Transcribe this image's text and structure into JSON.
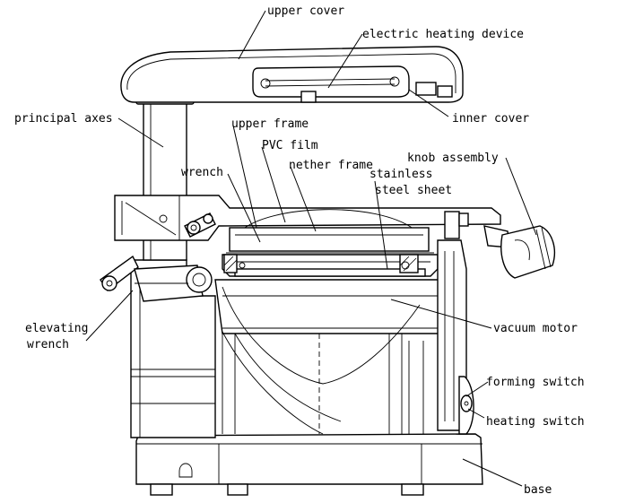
{
  "labels": {
    "upper_cover": "upper cover",
    "electric_heating_device": "electric heating device",
    "inner_cover": "inner cover",
    "principal_axes": "principal axes",
    "upper_frame": "upper frame",
    "pvc_film": "PVC film",
    "nether_frame": "nether frame",
    "knob_assembly": "knob assembly",
    "wrench": "wrench",
    "stainless_steel_sheet_line1": "stainless",
    "stainless_steel_sheet_line2": "steel sheet",
    "elevating_wrench_line1": "elevating",
    "elevating_wrench_line2": "wrench",
    "vacuum_motor": "vacuum motor",
    "forming_switch": "forming switch",
    "heating_switch": "heating switch",
    "base": "base"
  }
}
